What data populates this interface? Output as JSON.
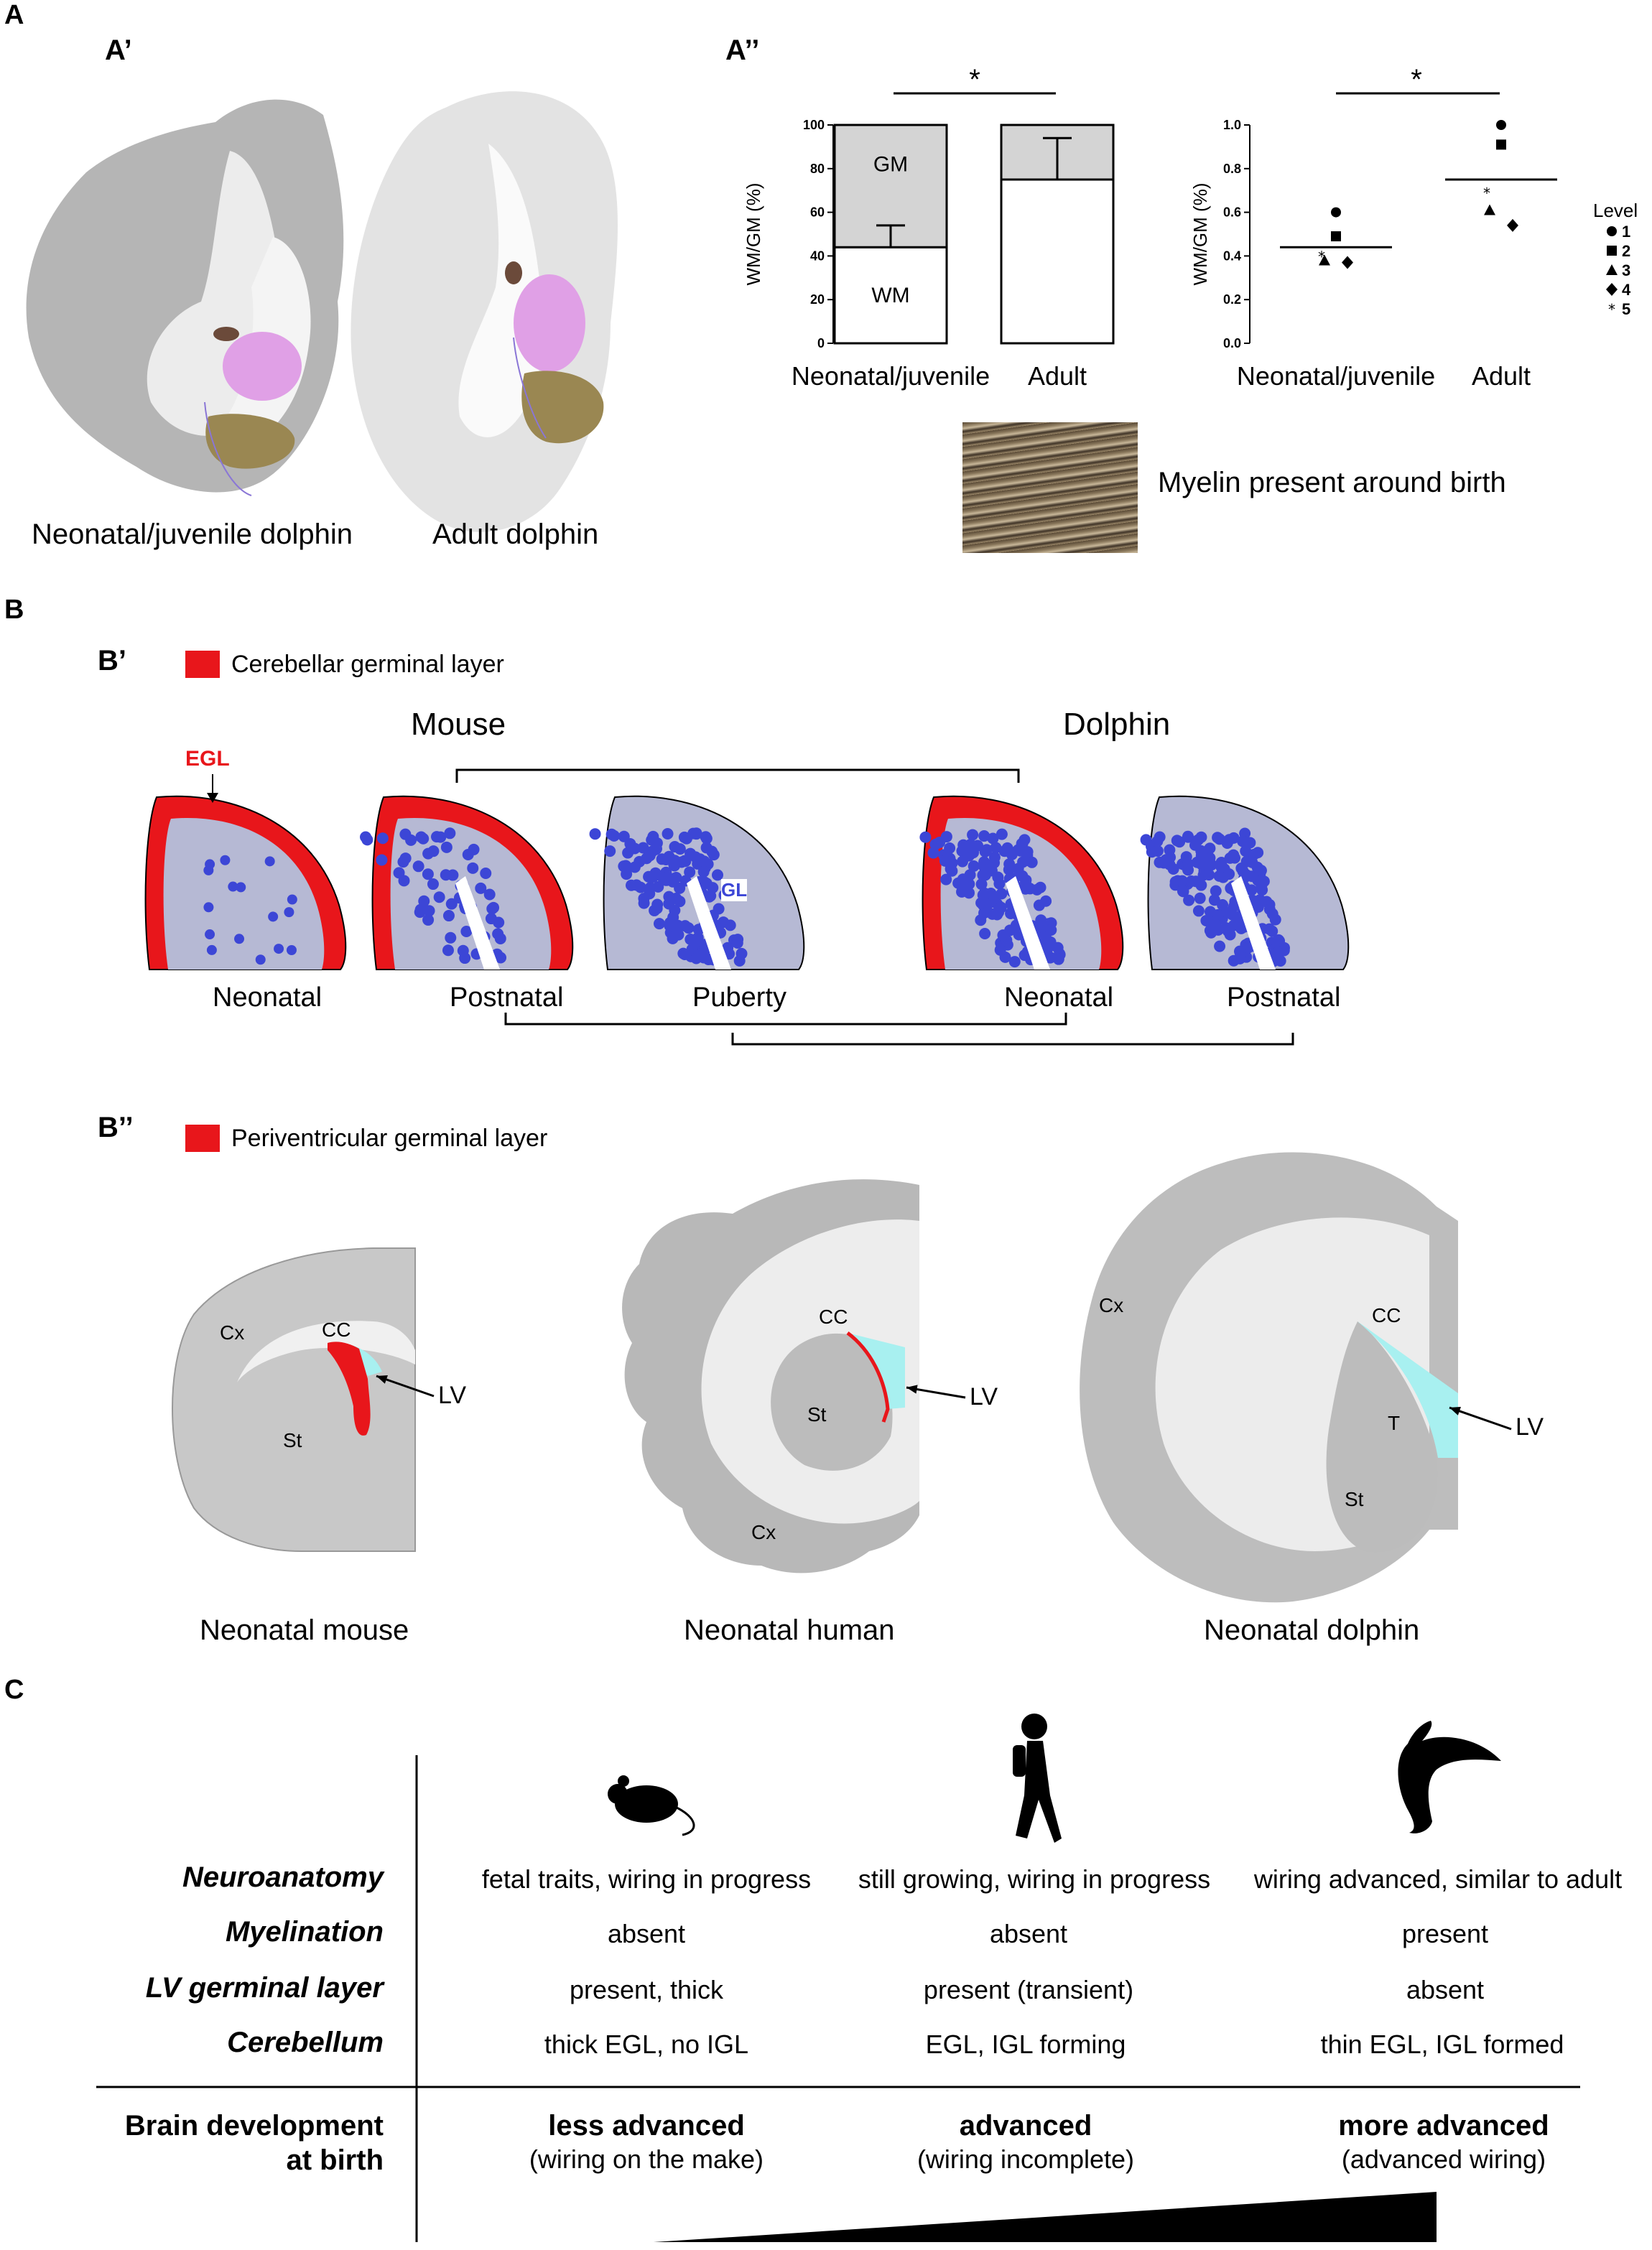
{
  "panels": {
    "A": "A",
    "A_prime": "A’",
    "A_dprime": "A’’",
    "B": "B",
    "B_prime": "B’",
    "B_dprime": "B’’",
    "C": "C"
  },
  "A": {
    "brain_captions": [
      "Neonatal/juvenile dolphin",
      "Adult dolphin"
    ],
    "myelin_caption": "Myelin present around birth"
  },
  "chart_data": [
    {
      "type": "bar",
      "stacked": true,
      "categories": [
        "Neonatal/juvenile",
        "Adult"
      ],
      "series": [
        {
          "name": "WM",
          "values": [
            44,
            75
          ]
        },
        {
          "name": "GM",
          "values": [
            56,
            25
          ]
        }
      ],
      "error_bars": [
        10,
        19
      ],
      "ylabel": "WM/GM (%)",
      "ylim": [
        0,
        100
      ],
      "yticks": [
        "0",
        "20",
        "40",
        "60",
        "80",
        "100"
      ],
      "significance": "*"
    },
    {
      "type": "scatter",
      "categories": [
        "Neonatal/juvenile",
        "Adult"
      ],
      "ylabel": "WM/GM (%)",
      "ylim": [
        0,
        1.0
      ],
      "yticks": [
        "0.0",
        "0.2",
        "0.4",
        "0.6",
        "0.8",
        "1.0"
      ],
      "means": [
        0.44,
        0.75
      ],
      "significance": "*",
      "legend_title": "Level",
      "legend": [
        "1",
        "2",
        "3",
        "4",
        "5"
      ],
      "points": [
        {
          "cat": 0,
          "level": 1,
          "y": 0.6
        },
        {
          "cat": 0,
          "level": 2,
          "y": 0.49
        },
        {
          "cat": 0,
          "level": 3,
          "y": 0.38
        },
        {
          "cat": 0,
          "level": 4,
          "y": 0.37
        },
        {
          "cat": 0,
          "level": 5,
          "y": 0.4
        },
        {
          "cat": 1,
          "level": 1,
          "y": 1.0
        },
        {
          "cat": 1,
          "level": 2,
          "y": 0.91
        },
        {
          "cat": 1,
          "level": 3,
          "y": 0.61
        },
        {
          "cat": 1,
          "level": 4,
          "y": 0.54
        },
        {
          "cat": 1,
          "level": 5,
          "y": 0.69
        }
      ]
    }
  ],
  "B": {
    "legend1": "Cerebellar germinal layer",
    "species": [
      "Mouse",
      "Dolphin"
    ],
    "egl": "EGL",
    "gl": "GL",
    "stages": [
      "Neonatal",
      "Postnatal",
      "Puberty",
      "Neonatal",
      "Postnatal"
    ],
    "legend2": "Periventricular germinal layer",
    "labels": {
      "cx": "Cx",
      "cc": "CC",
      "lv": "LV",
      "st": "St",
      "t": "T"
    },
    "brain_captions": [
      "Neonatal mouse",
      "Neonatal human",
      "Neonatal dolphin"
    ],
    "colors": {
      "germinal": "#e8161b",
      "ventricle": "#a8f0f0",
      "cells": "#3c46d6",
      "cerebellum": "#b6b9d4"
    }
  },
  "C": {
    "rows": [
      {
        "head": "Neuroanatomy",
        "cells": [
          "fetal traits, wiring in progress",
          "still growing, wiring in progress",
          "wiring advanced, similar to adult"
        ]
      },
      {
        "head": "Myelination",
        "cells": [
          "absent",
          "absent",
          "present"
        ]
      },
      {
        "head": "LV germinal layer",
        "cells": [
          "present, thick",
          "present (transient)",
          "absent"
        ]
      },
      {
        "head": "Cerebellum",
        "cells": [
          "thick EGL, no IGL",
          "EGL, IGL forming",
          "thin EGL, IGL formed"
        ]
      }
    ],
    "bottom_head": [
      "Brain development",
      "at birth"
    ],
    "bottom": [
      {
        "main": "less advanced",
        "sub": "(wiring on the make)"
      },
      {
        "main": "advanced",
        "sub": "(wiring incomplete)"
      },
      {
        "main": "more advanced",
        "sub": "(advanced wiring)"
      }
    ]
  }
}
